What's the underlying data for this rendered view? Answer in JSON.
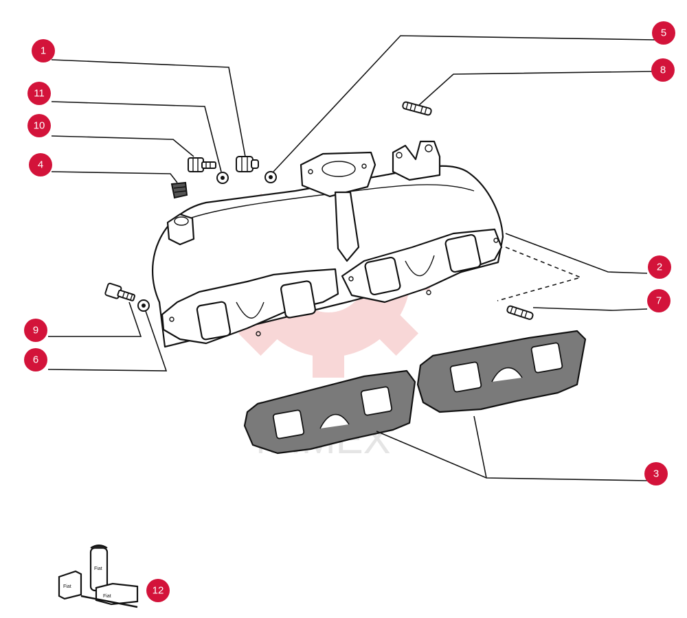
{
  "watermark": {
    "text": "MIMEX",
    "color": "#f3b8b8"
  },
  "callout_color": "#d3133a",
  "callouts": {
    "c1": "1",
    "c2": "2",
    "c3": "3",
    "c4": "4",
    "c5": "5",
    "c6": "6",
    "c7": "7",
    "c8": "8",
    "c9": "9",
    "c10": "10",
    "c11": "11",
    "c12": "12"
  },
  "kit_labels": {
    "tube": "Fiat",
    "box_left": "Fiat",
    "box_right": "Fiat"
  },
  "icons": [
    "exhaust-manifold",
    "manifold-gasket",
    "stud",
    "bolt",
    "washer",
    "nut",
    "plug",
    "sealant-kit"
  ]
}
